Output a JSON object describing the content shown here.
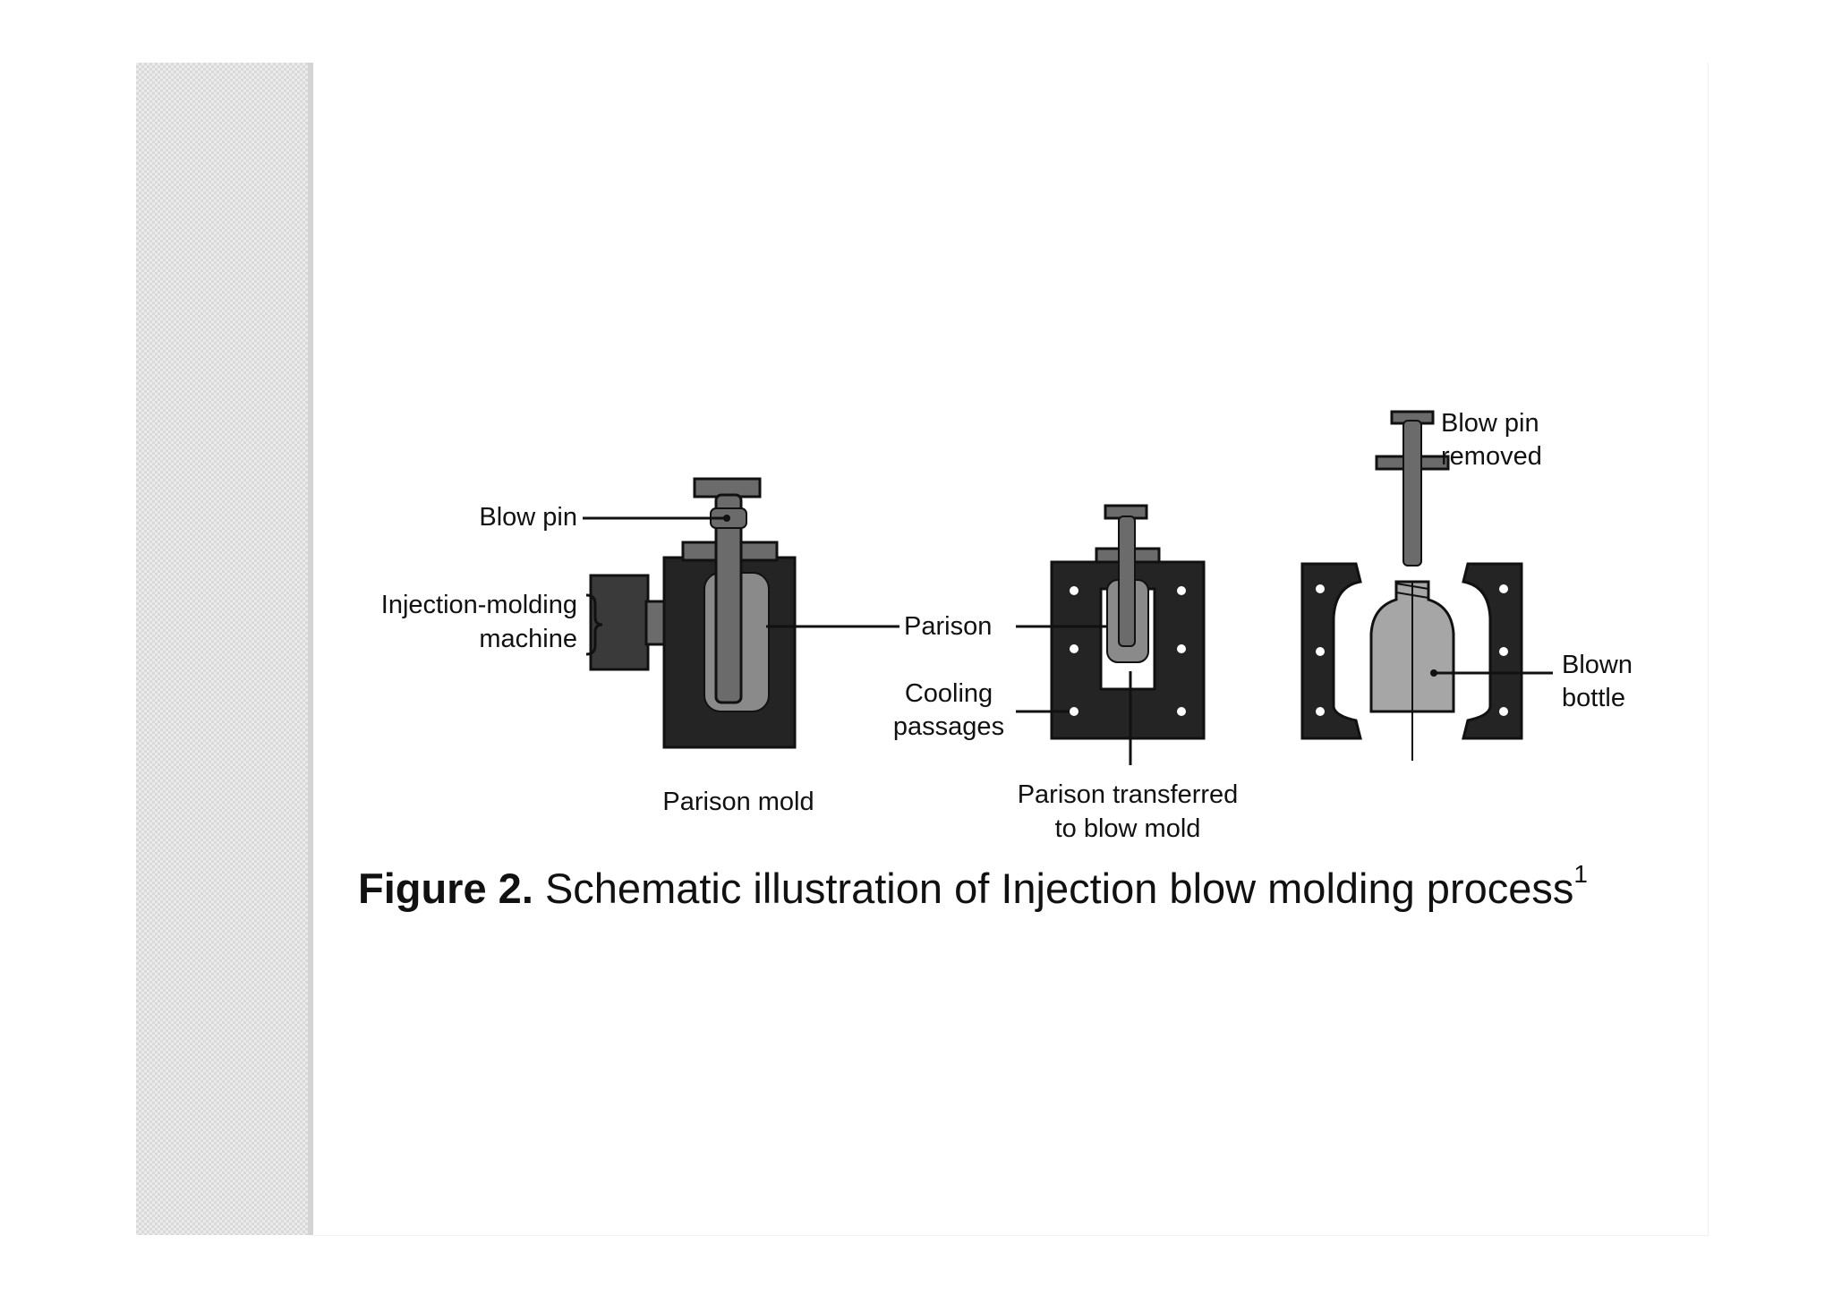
{
  "figure": {
    "labels": {
      "blow_pin": "Blow pin",
      "injection_machine_line1": "Injection-molding",
      "injection_machine_line2": "machine",
      "parison": "Parison",
      "cooling_line1": "Cooling",
      "cooling_line2": "passages",
      "parison_mold": "Parison mold",
      "transferred_line1": "Parison transferred",
      "transferred_line2": "to blow mold",
      "blow_pin_removed_line1": "Blow pin",
      "blow_pin_removed_line2": "removed",
      "blown_bottle_line1": "Blown",
      "blown_bottle_line2": "bottle"
    },
    "caption": {
      "label": "Figure 2.",
      "text": "Schematic illustration of Injection blow molding process",
      "superscript": "1"
    }
  },
  "colors": {
    "mold_dark": "#242424",
    "pin_gray": "#6b6b6b",
    "parison_gray": "#8a8a8a",
    "bottle_gray": "#a6a6a6",
    "line": "#111111"
  }
}
